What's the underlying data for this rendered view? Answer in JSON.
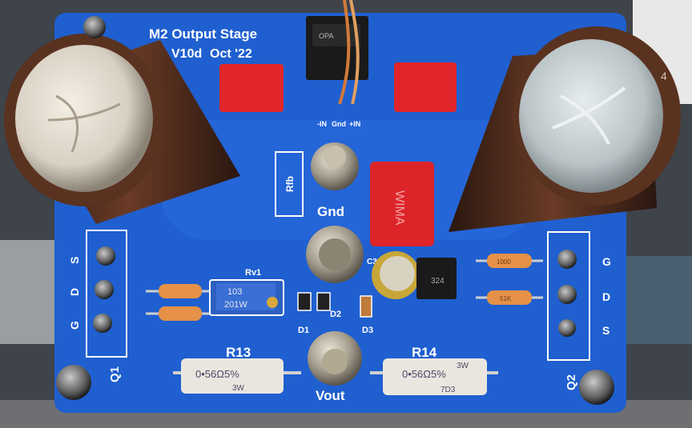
{
  "board": {
    "title": "M2 Output Stage",
    "revision": "V10d",
    "date": "Oct '22",
    "colors": {
      "pcb": "#1f5fd0",
      "silkscreen": "#ffffff",
      "film_cap": "#e0262b",
      "cap_sleeve": "#5a3220"
    }
  },
  "labels": {
    "rfb": "Rfb",
    "gnd": "Gnd",
    "vout": "Vout",
    "r13": "R13",
    "r14": "R14",
    "rv1": "Rv1",
    "c3": "C3",
    "d1": "D1",
    "d2": "D2",
    "d3": "D3",
    "q1": "Q1",
    "q2": "Q2",
    "in_minus": "-IN",
    "in_gnd": "Gnd",
    "in_plus": "+IN",
    "q1_s": "S",
    "q1_d": "D",
    "q1_g": "G",
    "q2_g": "G",
    "q2_d": "D",
    "q2_s": "S"
  },
  "component_markings": {
    "opamp_chip": "OPA",
    "small_chip": "324",
    "r13_value": "0•56Ω5%",
    "r13_power": "3W",
    "r14_value": "0•56Ω5%",
    "r14_power": "3W",
    "r14_extra": "7D3",
    "trimmer": "103",
    "trimmer_sub": "201W",
    "wima_cap": "WIMA",
    "cap_sleeve_text": "4",
    "r_small_1": "1000",
    "r_small_2": "51K"
  }
}
